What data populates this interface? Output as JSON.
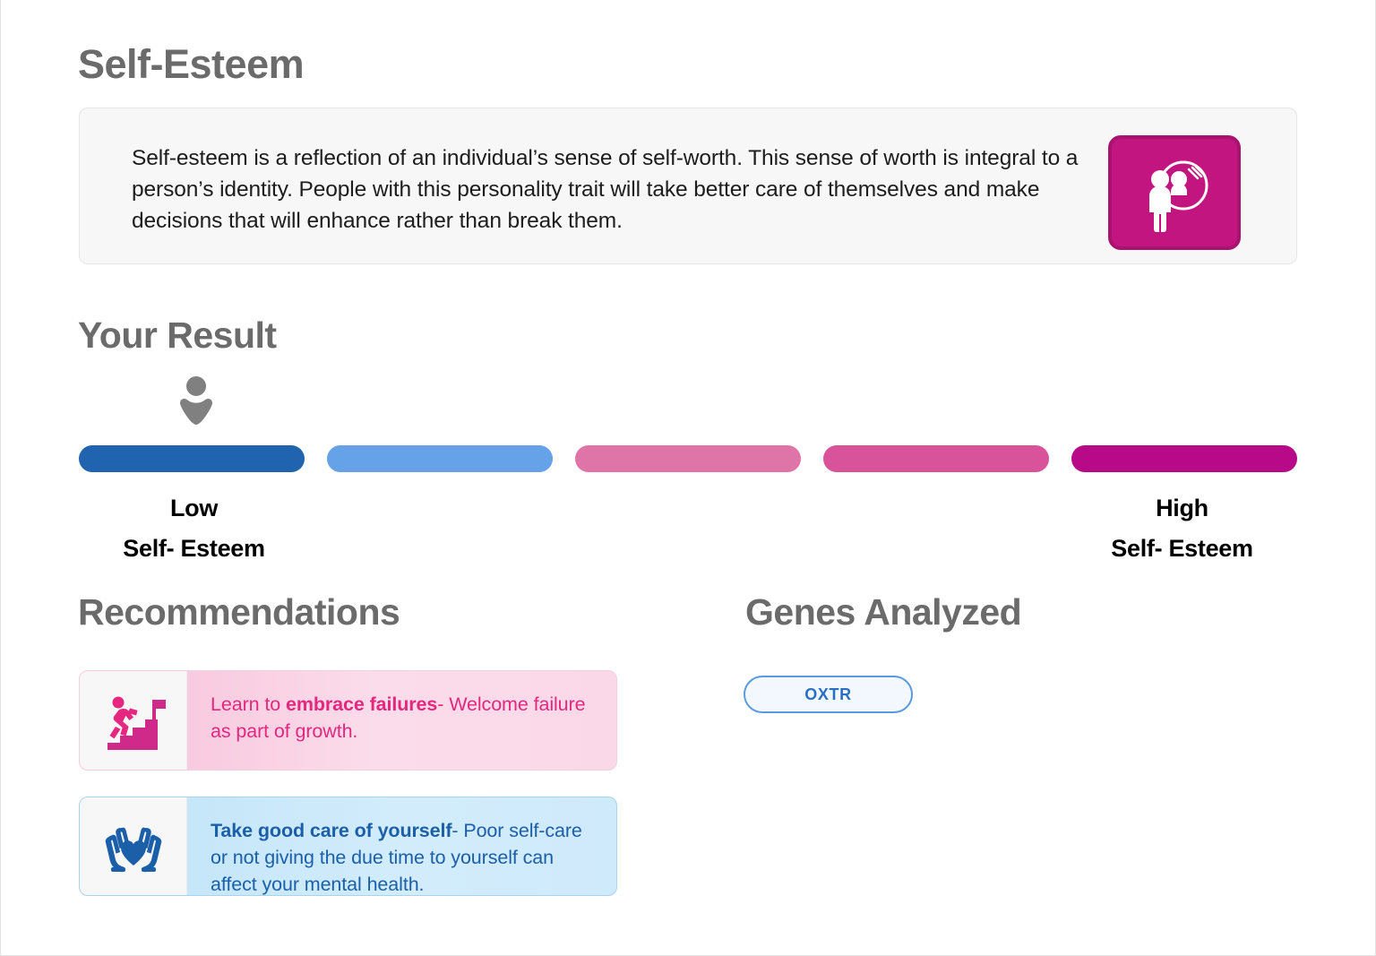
{
  "page": {
    "title": "Self-Esteem",
    "description": "Self-esteem is a reflection of an individual’s sense of self-worth. This sense of worth is integral to a person’s identity. People with this personality trait will take better care of themselves and make decisions that will enhance rather than break them.",
    "trait_icon": "person-self-reflection-icon",
    "trait_icon_color": "#C2157F"
  },
  "result": {
    "title": "Your Result",
    "marker_icon": "person-marker-icon",
    "marker_color": "#808080",
    "marker_segment_index": 0,
    "scale": {
      "segments": [
        {
          "color": "#2064B0"
        },
        {
          "color": "#66A2E8"
        },
        {
          "color": "#DE74A8"
        },
        {
          "color": "#D9539B"
        },
        {
          "color": "#B80A88"
        }
      ],
      "low_label_line1": "Low",
      "low_label_line2": "Self- Esteem",
      "high_label_line1": "High",
      "high_label_line2": "Self- Esteem"
    }
  },
  "recommendations": {
    "title": "Recommendations",
    "items": [
      {
        "icon": "person-climbing-stairs-flag-icon",
        "theme": "pink",
        "lead": "Learn to ",
        "bold": "embrace failures",
        "rest": "- Welcome failure as part of growth."
      },
      {
        "icon": "hands-holding-heart-icon",
        "theme": "blue",
        "lead": "",
        "bold": "Take good care of yourself",
        "rest": "- Poor self-care or not giving the due time to yourself can affect your mental health."
      }
    ]
  },
  "genes": {
    "title": "Genes Analyzed",
    "items": [
      {
        "name": "OXTR"
      }
    ]
  }
}
